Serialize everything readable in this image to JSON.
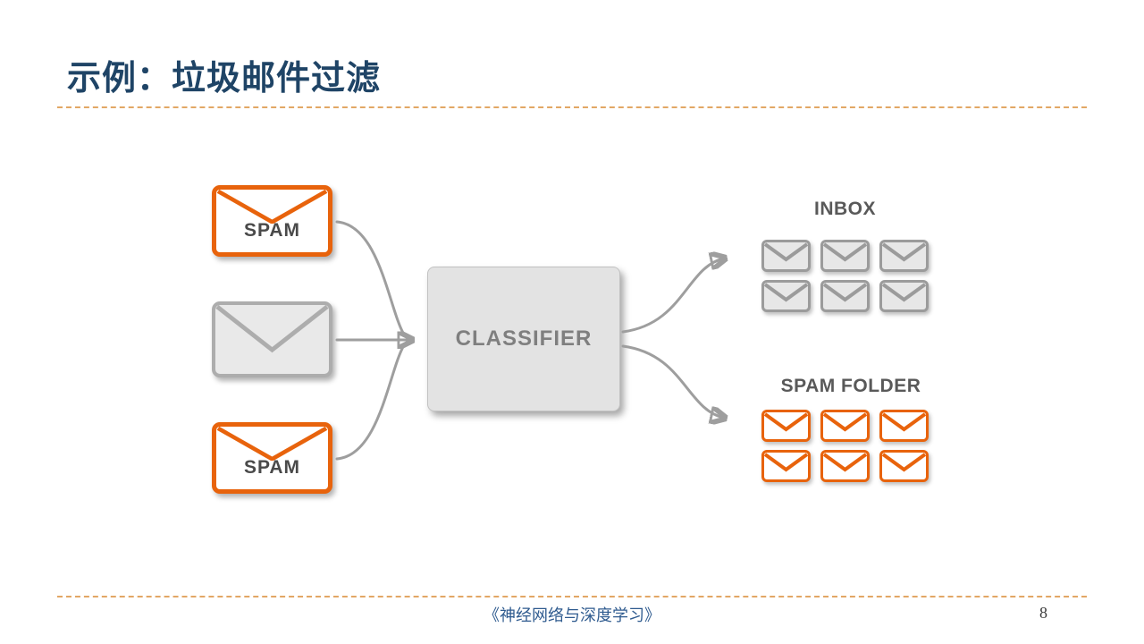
{
  "slide": {
    "title": "示例：垃圾邮件过滤",
    "footer_text": "《神经网络与深度学习》",
    "page_number": "8"
  },
  "diagram": {
    "classifier_label": "CLASSIFIER",
    "inputs": [
      {
        "label": "SPAM",
        "type": "spam"
      },
      {
        "label": "",
        "type": "normal"
      },
      {
        "label": "SPAM",
        "type": "spam"
      }
    ],
    "outputs": [
      {
        "label": "INBOX",
        "type": "normal",
        "count": 6
      },
      {
        "label": "SPAM FOLDER",
        "type": "spam",
        "count": 6
      }
    ]
  },
  "colors": {
    "title_blue": "#1F4466",
    "spam_orange": "#E8630C",
    "neutral_gray": "#9E9E9E",
    "footer_blue": "#2F5B8F",
    "divider_orange": "#E2A765"
  }
}
